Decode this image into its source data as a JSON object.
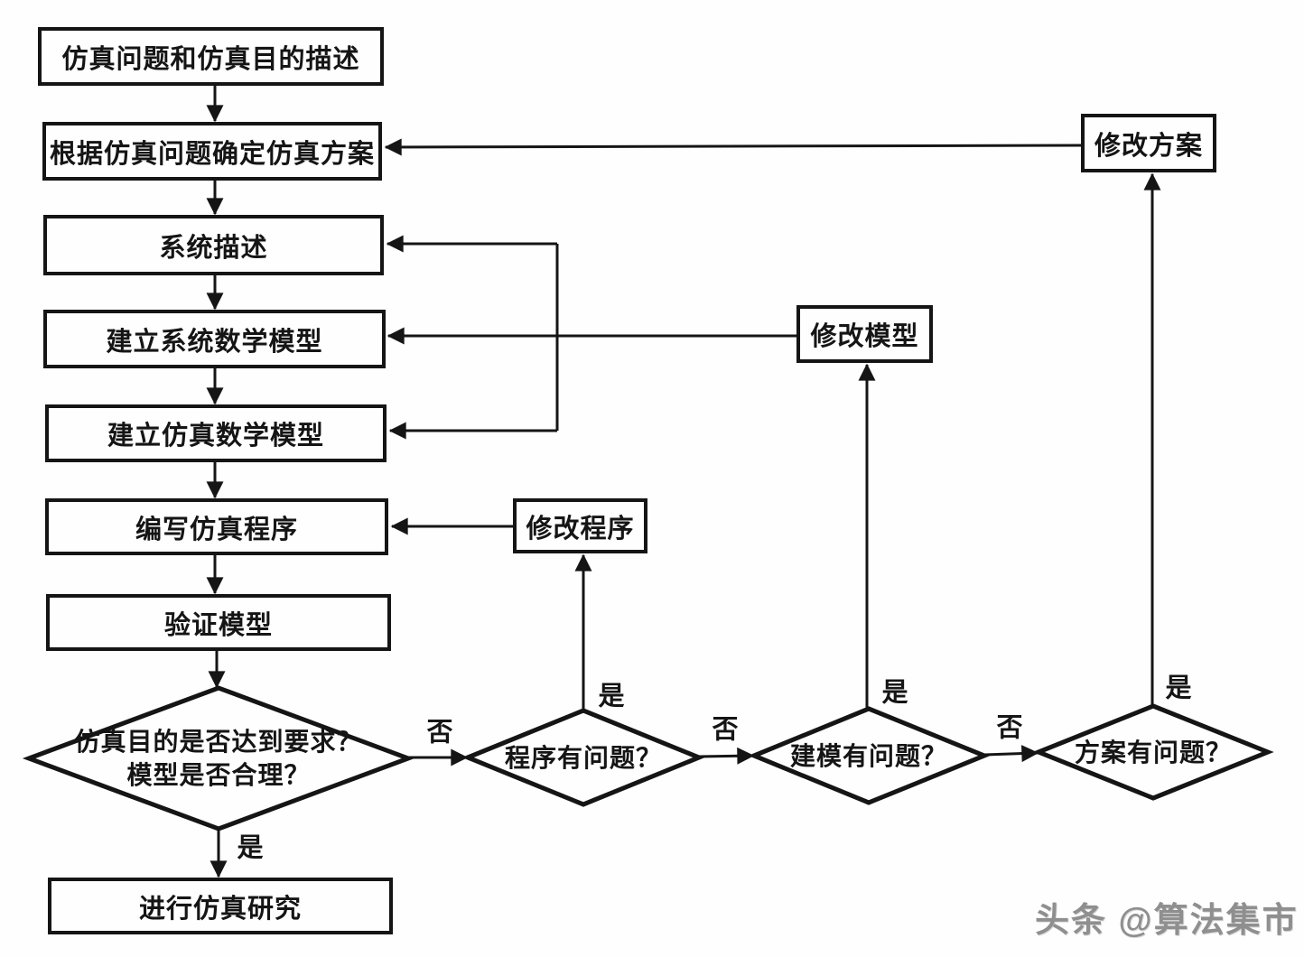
{
  "diagram": {
    "title_hint": "simulation-study-flowchart",
    "process_nodes": {
      "problem_description": "仿真问题和仿真目的描述",
      "determine_scheme": "根据仿真问题确定仿真方案",
      "system_description": "系统描述",
      "system_math_model": "建立系统数学模型",
      "simulation_math_model": "建立仿真数学模型",
      "write_program": "编写仿真程序",
      "verify_model": "验证模型",
      "conduct_research": "进行仿真研究",
      "modify_program": "修改程序",
      "modify_model": "修改模型",
      "modify_scheme": "修改方案"
    },
    "decision_nodes": {
      "goal_check_line1": "仿真目的是否达到要求？",
      "goal_check_line2": "模型是否合理？",
      "program_problem": "程序有问题？",
      "modeling_problem": "建模有问题？",
      "scheme_problem": "方案有问题？"
    },
    "edge_labels": {
      "yes": "是",
      "no": "否"
    },
    "colors": {
      "line": "#151515",
      "background": "#fefefe",
      "watermark": "#8f8f8f"
    },
    "watermark": "头条 @算法集市"
  }
}
